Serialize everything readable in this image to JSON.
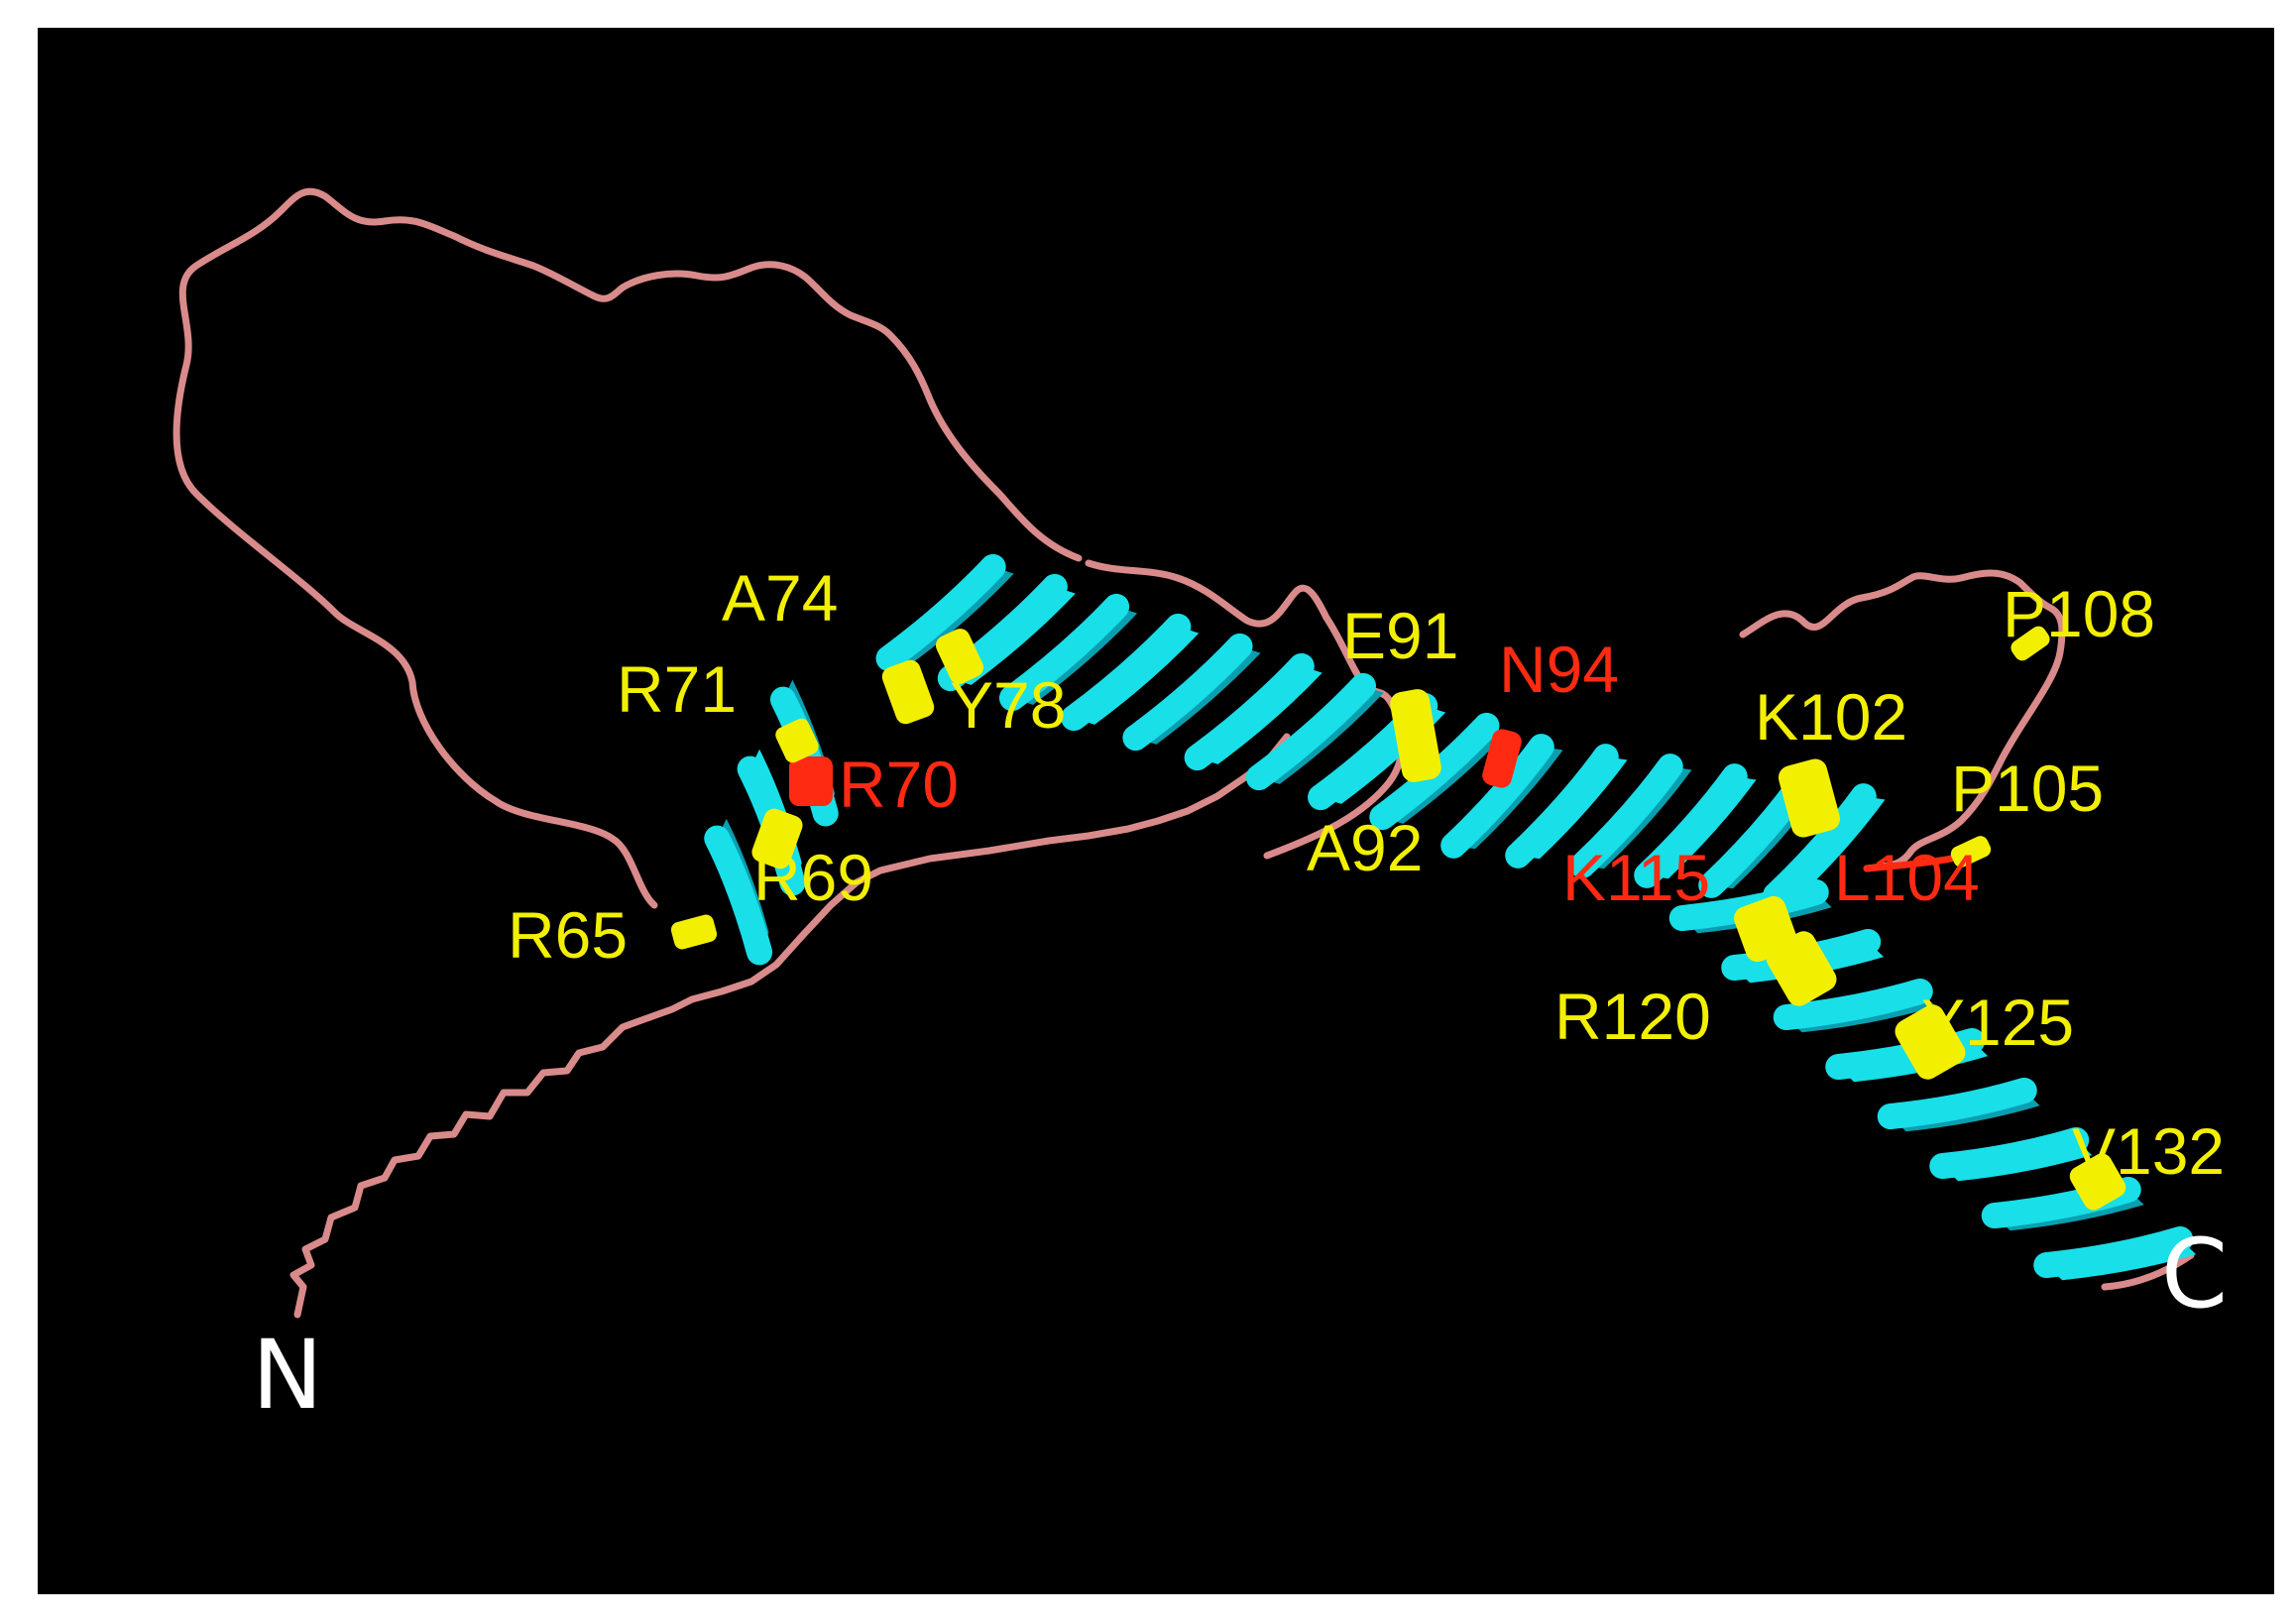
{
  "colors": {
    "background": "#000000",
    "coil": "#d98a8a",
    "helix": "#18dfe8",
    "helix_shadow": "#0a9fb0",
    "highlight_yellow": "#f2f000",
    "highlight_red": "#ff2a12",
    "terminus_text": "#ffffff"
  },
  "termini": {
    "n": "N",
    "c": "C"
  },
  "residues": {
    "r65": {
      "text": "R65",
      "color": "yellow"
    },
    "r69": {
      "text": "R69",
      "color": "yellow"
    },
    "r70": {
      "text": "R70",
      "color": "red"
    },
    "r71": {
      "text": "R71",
      "color": "yellow"
    },
    "a74": {
      "text": "A74",
      "color": "yellow"
    },
    "y78": {
      "text": "Y78",
      "color": "yellow"
    },
    "e91": {
      "text": "E91",
      "color": "yellow"
    },
    "a92": {
      "text": "A92",
      "color": "yellow"
    },
    "n94": {
      "text": "N94",
      "color": "red"
    },
    "k102": {
      "text": "K102",
      "color": "yellow"
    },
    "l104": {
      "text": "L104",
      "color": "red"
    },
    "p105": {
      "text": "P105",
      "color": "yellow"
    },
    "p108": {
      "text": "P108",
      "color": "yellow"
    },
    "k115": {
      "text": "K115",
      "color": "red"
    },
    "r120": {
      "text": "R120",
      "color": "yellow"
    },
    "y125": {
      "text": "Y125",
      "color": "yellow"
    },
    "v132": {
      "text": "V132",
      "color": "yellow"
    }
  }
}
